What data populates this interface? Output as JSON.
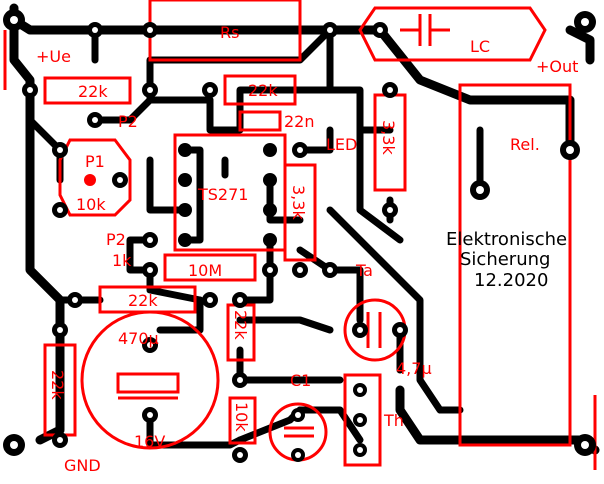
{
  "labels": {
    "rs": "Rs",
    "lc": "LC",
    "ue": "+Ue",
    "out": "+Out",
    "r22k_top": "22k",
    "r22k_2": "22k",
    "p2_top": "P2",
    "c22n": "22n",
    "led": "LED",
    "r33k_a": "3,3k",
    "p1": "P1",
    "p1_val": "10k",
    "ts271": "TS271",
    "r33k_b": "3,3k",
    "p2": "P2",
    "p2_val": "1k",
    "r10m": "10M",
    "ta": "Ta",
    "r22k_mid": "22k",
    "r22k_v": "22k",
    "c470": "470µ",
    "r22k_left": "22k",
    "c47": "4,7µ",
    "c1": "C1",
    "r10k": "10k",
    "th": "Th",
    "v16": "16V",
    "gnd": "GND",
    "rel": "Rel.",
    "note1": "Elektronische",
    "note2": "Sicherung",
    "note3": "12.2020"
  }
}
